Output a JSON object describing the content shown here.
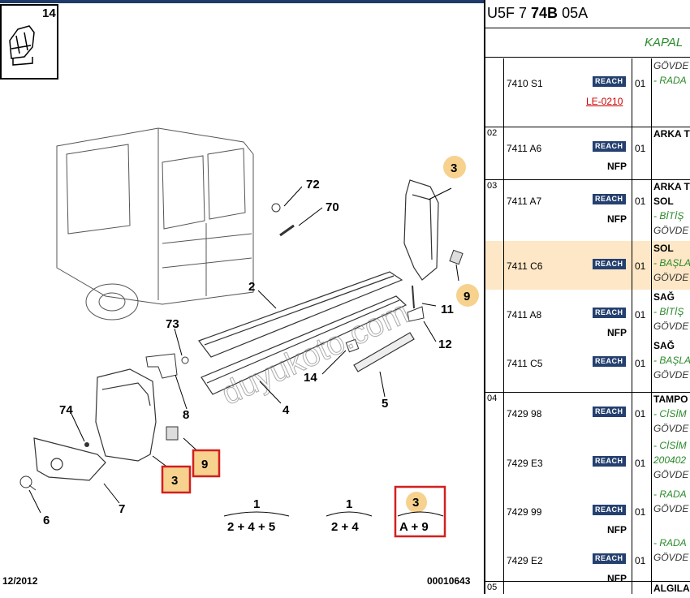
{
  "diagram": {
    "inset_label": "14",
    "watermark": "duyukoto.com",
    "callouts": [
      "72",
      "70",
      "2",
      "11",
      "12",
      "14",
      "5",
      "73",
      "8",
      "4",
      "74",
      "6",
      "7"
    ],
    "highlighted": [
      "3",
      "9",
      "3"
    ],
    "badge_3_top": "3",
    "badge_9_right": "9",
    "formula1": {
      "top": "1",
      "bottom": "2 + 4 + 5"
    },
    "formula2": {
      "top": "1",
      "bottom": "2 + 4"
    },
    "formula3": {
      "top": "3",
      "bottom": "A + 9"
    },
    "date": "12/2012",
    "ref_code": "00010643"
  },
  "panel": {
    "title_pre": "U5F 7 ",
    "title_bold": "74B",
    "title_post": " 05A",
    "subtitle": "KAPAL",
    "rows": [
      {
        "group": "",
        "ref": "7410 S1",
        "reach": "REACH",
        "qty": "01",
        "link": "LE-0210",
        "note": "",
        "desc": [
          {
            "t": "GÖVDE",
            "c": "i"
          },
          {
            "t": "- RADA",
            "c": "g"
          }
        ]
      },
      {
        "group": "02",
        "ref": "7411 A6",
        "reach": "REACH",
        "qty": "01",
        "link": "",
        "note": "NFP",
        "desc": [
          {
            "t": "ARKA T",
            "c": "b"
          }
        ]
      },
      {
        "group": "03",
        "ref": "7411 A7",
        "reach": "REACH",
        "qty": "01",
        "link": "",
        "note": "NFP",
        "desc": [
          {
            "t": "ARKA T",
            "c": "b"
          },
          {
            "t": "SOL",
            "c": "b"
          },
          {
            "t": "- BİTİŞ",
            "c": "g"
          },
          {
            "t": "GÖVDE",
            "c": "i"
          }
        ]
      },
      {
        "group": "",
        "ref": "7411 C6",
        "reach": "REACH",
        "qty": "01",
        "link": "",
        "note": "",
        "desc": [
          {
            "t": "SOL",
            "c": "b"
          },
          {
            "t": "- BAŞLA",
            "c": "g"
          },
          {
            "t": "GÖVDE",
            "c": "i"
          }
        ]
      },
      {
        "group": "",
        "ref": "7411 A8",
        "reach": "REACH",
        "qty": "01",
        "link": "",
        "note": "NFP",
        "desc": [
          {
            "t": "SAĞ",
            "c": "b"
          },
          {
            "t": "- BİTİŞ",
            "c": "g"
          },
          {
            "t": "GÖVDE",
            "c": "i"
          }
        ]
      },
      {
        "group": "",
        "ref": "7411 C5",
        "reach": "REACH",
        "qty": "01",
        "link": "",
        "note": "",
        "desc": [
          {
            "t": "SAĞ",
            "c": "b"
          },
          {
            "t": "- BAŞLA",
            "c": "g"
          },
          {
            "t": "GÖVDE",
            "c": "i"
          }
        ]
      },
      {
        "group": "04",
        "ref": "7429 98",
        "reach": "REACH",
        "qty": "01",
        "link": "",
        "note": "",
        "desc": [
          {
            "t": "TAMPO",
            "c": "b"
          },
          {
            "t": "- CİSİM",
            "c": "g"
          },
          {
            "t": "GÖVDE",
            "c": "i"
          }
        ]
      },
      {
        "group": "",
        "ref": "7429 E3",
        "reach": "REACH",
        "qty": "01",
        "link": "",
        "note": "",
        "desc": [
          {
            "t": "- CİSİM",
            "c": "g"
          },
          {
            "t": "200402",
            "c": "g"
          },
          {
            "t": "GÖVDE",
            "c": "i"
          }
        ]
      },
      {
        "group": "",
        "ref": "7429 99",
        "reach": "REACH",
        "qty": "01",
        "link": "",
        "note": "NFP",
        "desc": [
          {
            "t": "- RADA",
            "c": "g"
          },
          {
            "t": "GÖVDE",
            "c": "i"
          }
        ]
      },
      {
        "group": "",
        "ref": "7429 E2",
        "reach": "REACH",
        "qty": "01",
        "link": "",
        "note": "NFP",
        "desc": [
          {
            "t": "- RADA",
            "c": "g"
          },
          {
            "t": "GÖVDE",
            "c": "i"
          }
        ]
      },
      {
        "group": "05",
        "ref": "",
        "reach": "",
        "qty": "",
        "link": "",
        "note": "",
        "desc": [
          {
            "t": "ALGILA",
            "c": "b"
          }
        ]
      }
    ]
  }
}
